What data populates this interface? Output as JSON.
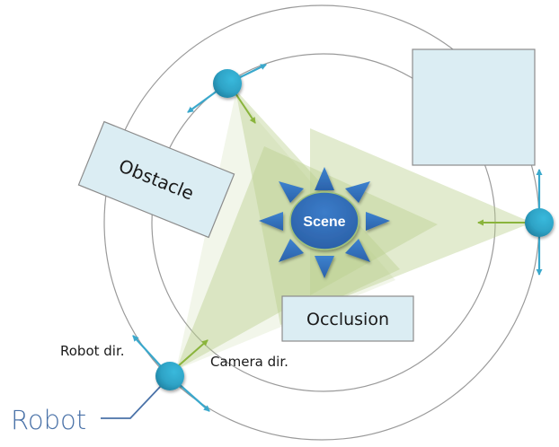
{
  "diagram": {
    "labels": {
      "obstacle": "Obstacle",
      "occlusion": "Occlusion",
      "scene": "Scene",
      "robot_dir": "Robot dir.",
      "camera_dir": "Camera dir.",
      "robot": "Robot"
    },
    "robots": [
      {
        "id": "top",
        "role": "camera robot"
      },
      {
        "id": "right",
        "role": "camera robot"
      },
      {
        "id": "bottom-left",
        "role": "camera robot (labeled)"
      }
    ],
    "orbits": [
      "outer-orbit",
      "inner-orbit"
    ],
    "colors": {
      "robot_fill": "#2fa6c8",
      "robot_dir_arrow": "#3aa8cc",
      "camera_dir_arrow": "#8ab43c",
      "frustum": "#b9cf8c",
      "box_fill": "#dbedf3",
      "box_stroke": "#8c8c8c",
      "scene_fill": "#2f6cb8",
      "orbit_stroke": "#9a9a9a",
      "robot_label": "#4a72a8"
    }
  }
}
